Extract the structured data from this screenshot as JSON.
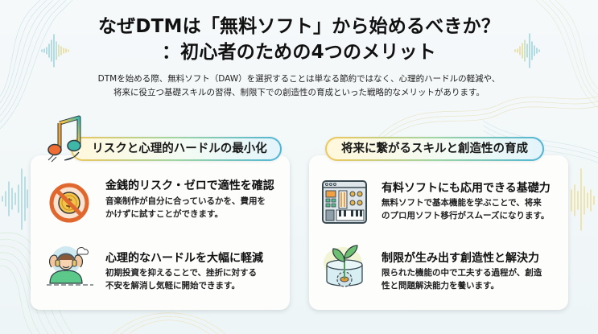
{
  "header": {
    "title_line1": "なぜDTMは「無料ソフト」から始めるべきか？",
    "title_line2": "：初心者のための4つのメリット",
    "subtitle_line1": "DTMを始める際、無料ソフト（DAW）を選択することは単なる節約ではなく、心理的ハードルの軽減や、",
    "subtitle_line2": "将来に役立つ基礎スキルの習得、制限下での創造性の育成といった戦略的なメリットがあります。"
  },
  "sections": [
    {
      "heading": "リスクと心理的ハードルの最小化",
      "heading_icon": "music-note-icon",
      "items": [
        {
          "icon": "no-money-icon",
          "title": "金銭的リスク・ゼロで適性を確認",
          "desc_line1": "音楽制作が自分に合っているかを、費用を",
          "desc_line2": "かけずに試すことができます。"
        },
        {
          "icon": "relaxed-listener-icon",
          "title": "心理的なハードルを大幅に軽減",
          "desc_line1": "初期投資を抑えることで、挫折に対する",
          "desc_line2": "不安を解消し気軽に開始できます。"
        }
      ]
    },
    {
      "heading": "将来に繋がるスキルと創造性の育成",
      "items": [
        {
          "icon": "synth-controller-icon",
          "title": "有料ソフトにも応用できる基礎力",
          "desc_line1": "無料ソフトで基本機能を学ぶことで、将来",
          "desc_line2": "のプロ用ソフト移行がスムーズになります。"
        },
        {
          "icon": "sprout-gear-icon",
          "title": "制限が生み出す創造性と解決力",
          "desc_line1": "限られた機能の中で工夫する過程が、創造",
          "desc_line2": "性と問題解決能力を養います。"
        }
      ]
    }
  ],
  "colors": {
    "accent_yellow": "#f0c75a",
    "accent_teal": "#4fb5d6",
    "accent_green": "#9fd6a3",
    "orange": "#e8743b"
  }
}
